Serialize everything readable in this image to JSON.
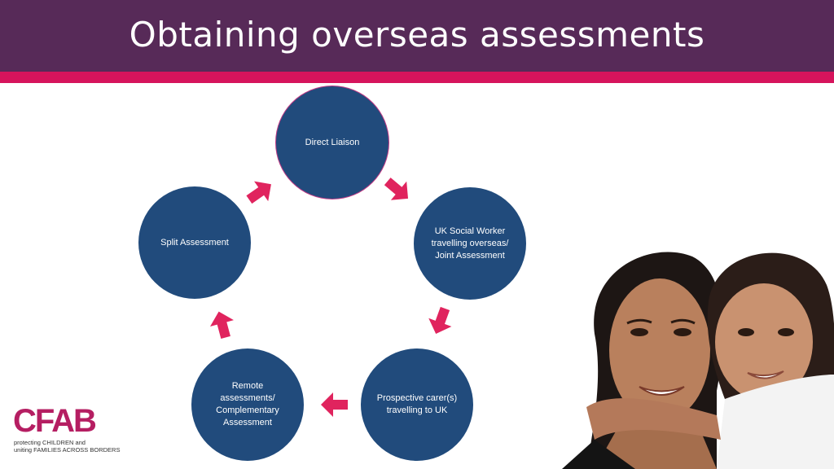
{
  "slide": {
    "title": "Obtaining overseas assessments",
    "colors": {
      "header": "#572a58",
      "accent_stripe": "#d6145c",
      "node": "#214b7c",
      "arrow": "#e0245e"
    }
  },
  "cycle": {
    "nodes": [
      {
        "label": "Direct Liaison"
      },
      {
        "label": "UK Social Worker travelling overseas/ Joint Assessment"
      },
      {
        "label": "Prospective carer(s) travelling to UK"
      },
      {
        "label": "Remote assessments/ Complementary Assessment"
      },
      {
        "label": "Split Assessment"
      }
    ],
    "arrow_icon": "chevron-arrow-icon"
  },
  "logo": {
    "mark": "CFAB",
    "line1": "protecting CHILDREN and",
    "line2": "uniting FAMILIES ACROSS BORDERS"
  },
  "photo": {
    "alt": "mother and daughter photo"
  }
}
